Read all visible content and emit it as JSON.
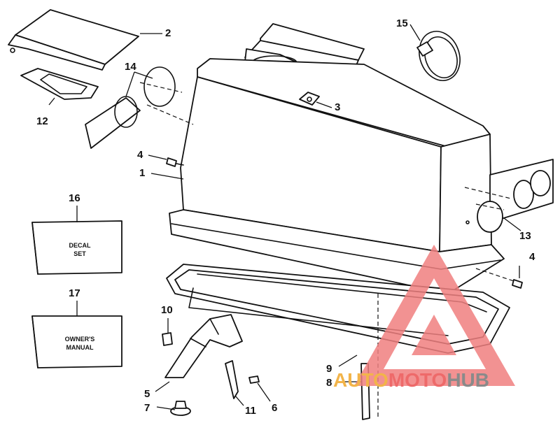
{
  "callouts": {
    "c1": "1",
    "c2": "2",
    "c3": "3",
    "c4a": "4",
    "c4b": "4",
    "c5": "5",
    "c6": "6",
    "c7": "7",
    "c8": "8",
    "c9": "9",
    "c10": "10",
    "c11": "11",
    "c12": "12",
    "c13": "13",
    "c14": "14",
    "c15": "15",
    "c16": "16",
    "c17": "17"
  },
  "boxes": {
    "decal_line1": "DECAL",
    "decal_line2": "SET",
    "manual_line1": "OWNER'S",
    "manual_line2": "MANUAL"
  },
  "watermark": {
    "part1": "AUTO",
    "part2": "MOTO",
    "part3": "HUB",
    "colors": {
      "auto": "#f2b44a",
      "moto": "#ee6a6a",
      "hub": "#8a8a8a",
      "triangle": "#f08080"
    }
  }
}
